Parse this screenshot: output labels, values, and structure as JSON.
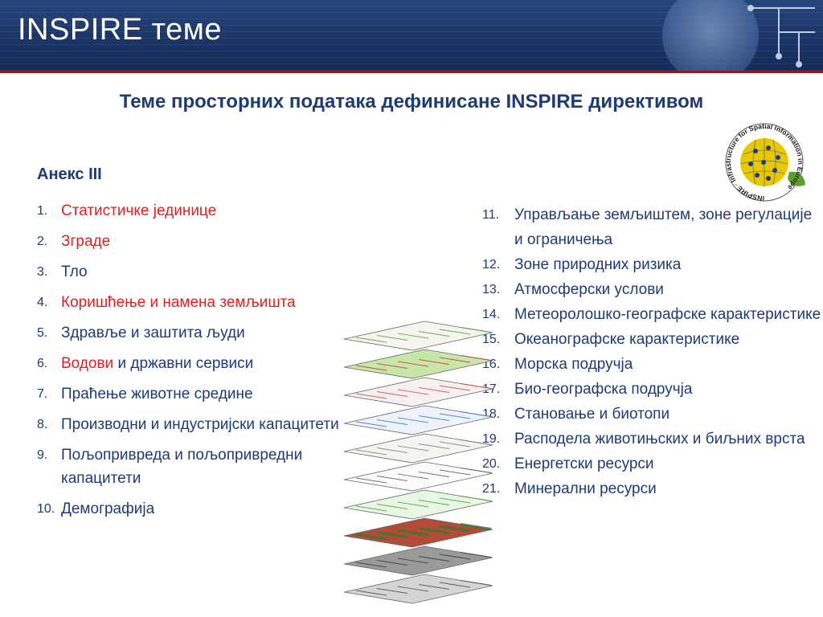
{
  "header": {
    "title": "INSPIRE теме"
  },
  "subtitle": "Теме просторних података дефинисане INSPIRE директивом",
  "logo": {
    "ring_text": "INSPIRE · Infrastructure for Spatial Information in Europe",
    "colors": {
      "globe": "#e8c800",
      "stars": "#1f3a78",
      "leaf": "#5aa02c"
    }
  },
  "annex": {
    "title": "Анекс III"
  },
  "left_items": [
    {
      "num": "1.",
      "parts": [
        {
          "text": "Статистичке јединице",
          "red": true
        }
      ]
    },
    {
      "num": "2.",
      "parts": [
        {
          "text": "Зграде",
          "red": true
        }
      ]
    },
    {
      "num": "3.",
      "parts": [
        {
          "text": "Тло",
          "red": false
        }
      ]
    },
    {
      "num": "4.",
      "parts": [
        {
          "text": "Коришћење и намена земљишта",
          "red": true
        }
      ]
    },
    {
      "num": "5.",
      "parts": [
        {
          "text": "Здравље и заштита људи",
          "red": false
        }
      ]
    },
    {
      "num": "6.",
      "parts": [
        {
          "text": "Водови",
          "red": true
        },
        {
          "text": " и државни сервиси",
          "red": false
        }
      ]
    },
    {
      "num": "7.",
      "parts": [
        {
          "text": "Праћење животне средине",
          "red": false
        }
      ]
    },
    {
      "num": "8.",
      "parts": [
        {
          "text": "Производни и индустријски капацитети",
          "red": false
        }
      ]
    },
    {
      "num": "9.",
      "parts": [
        {
          "text": "Пољопривреда и пољопривредни капацитети",
          "red": false
        }
      ]
    },
    {
      "num": "10.",
      "parts": [
        {
          "text": "Демографија",
          "red": false
        }
      ]
    }
  ],
  "right_items": [
    {
      "num": "11.",
      "text": "Управљање земљиштем, зоне регулације и ограничења"
    },
    {
      "num": "12.",
      "text": "Зоне природних ризика"
    },
    {
      "num": "13.",
      "text": "Атмосферски услови"
    },
    {
      "num": "14.",
      "text": "Метеоролошко-географске карактеристике"
    },
    {
      "num": "15.",
      "text": "Океанографске карактеристике"
    },
    {
      "num": "16.",
      "text": "Морска подручја"
    },
    {
      "num": "17.",
      "text": "Био-географска подручја"
    },
    {
      "num": "18.",
      "text": "Становање и биотопи"
    },
    {
      "num": "19.",
      "text": "Расподела животињских и биљних врста"
    },
    {
      "num": "20.",
      "text": "Енергетски ресурси"
    },
    {
      "num": "21.",
      "text": "Минерални ресурси"
    }
  ],
  "colors": {
    "header_bg": "#1b3567",
    "divider": "#8c1c24",
    "text": "#1f3a78",
    "highlight": "#e02020"
  }
}
